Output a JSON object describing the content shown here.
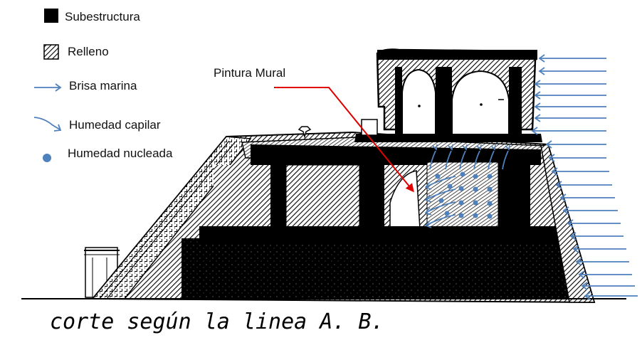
{
  "legend": {
    "items": [
      {
        "key": "subestructura",
        "label": "Subestructura",
        "symbol": "solid-black-square-icon"
      },
      {
        "key": "relleno",
        "label": "Relleno",
        "symbol": "hatched-square-icon"
      },
      {
        "key": "brisa",
        "label": "Brisa marina",
        "symbol": "straight-arrow-icon"
      },
      {
        "key": "capilar",
        "label": "Humedad capilar",
        "symbol": "curved-arrow-icon"
      },
      {
        "key": "nucleada",
        "label": "Humedad nucleada",
        "symbol": "dot-icon"
      }
    ]
  },
  "annotation": {
    "label": "Pintura Mural",
    "arrow_color": "#e00000"
  },
  "caption": "corte según la linea A. B.",
  "colors": {
    "ink": "#000000",
    "arrow_blue": "#4f81bd",
    "dot_blue": "#4f81bd",
    "annotation_red": "#e00000"
  }
}
